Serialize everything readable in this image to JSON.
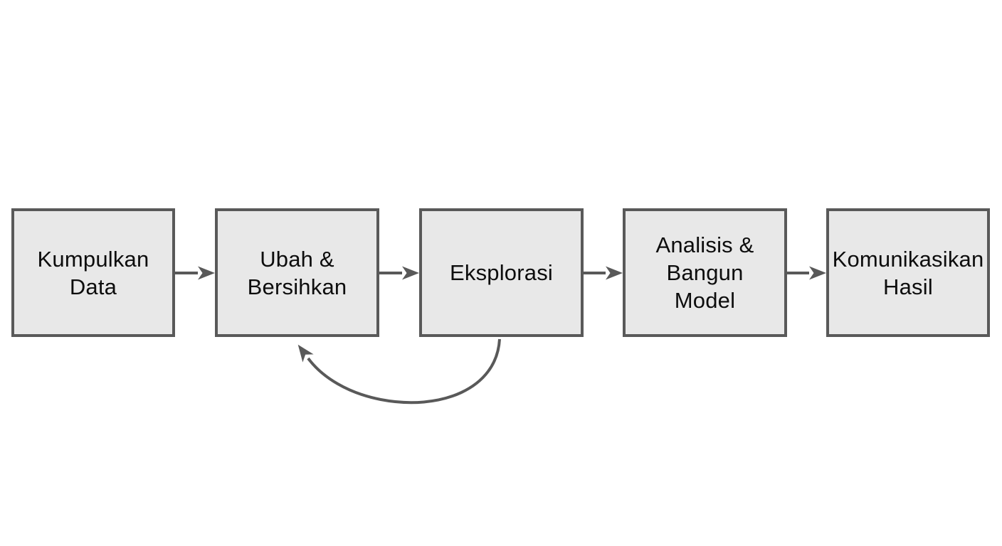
{
  "diagram": {
    "type": "flowchart",
    "direction": "left-to-right",
    "language": "Indonesian",
    "colors": {
      "background": "#ffffff",
      "node_fill": "#e8e8e8",
      "node_border": "#595959",
      "arrow": "#595959",
      "text": "#0d0d0d"
    },
    "nodes": [
      {
        "id": "kumpulkan-data",
        "label": "Kumpulkan\nData"
      },
      {
        "id": "ubah-bersihkan",
        "label": "Ubah &\nBersihkan"
      },
      {
        "id": "eksplorasi",
        "label": "Eksplorasi"
      },
      {
        "id": "analisis-bangun-model",
        "label": "Analisis &\nBangun\nModel"
      },
      {
        "id": "komunikasikan-hasil",
        "label": "Komunikasikan\nHasil"
      }
    ],
    "edges": [
      {
        "from": "kumpulkan-data",
        "to": "ubah-bersihkan",
        "style": "straight-arrow"
      },
      {
        "from": "ubah-bersihkan",
        "to": "eksplorasi",
        "style": "straight-arrow"
      },
      {
        "from": "eksplorasi",
        "to": "analisis-bangun-model",
        "style": "straight-arrow"
      },
      {
        "from": "analisis-bangun-model",
        "to": "komunikasikan-hasil",
        "style": "straight-arrow"
      },
      {
        "from": "eksplorasi",
        "to": "ubah-bersihkan",
        "style": "curved-feedback-arrow"
      }
    ]
  }
}
